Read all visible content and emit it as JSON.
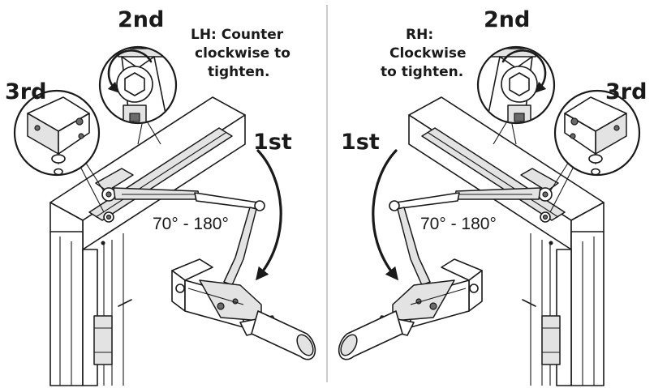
{
  "left_panel": {
    "step_1": "1st",
    "step_2": "2nd",
    "step_3": "3rd",
    "note_lines": [
      "LH: Counter",
      "clockwise to",
      "tighten."
    ],
    "angle_range": "70° - 180°"
  },
  "right_panel": {
    "step_1": "1st",
    "step_2": "2nd",
    "step_3": "3rd",
    "note_lines": [
      "RH:",
      "Clockwise",
      "to tighten."
    ],
    "angle_range": "70° - 180°"
  },
  "icons": [
    "rotation-arrow-counterclockwise",
    "rotation-arrow-clockwise",
    "hex-nut",
    "hinge-bracket",
    "door-closer-body",
    "door-frame"
  ]
}
